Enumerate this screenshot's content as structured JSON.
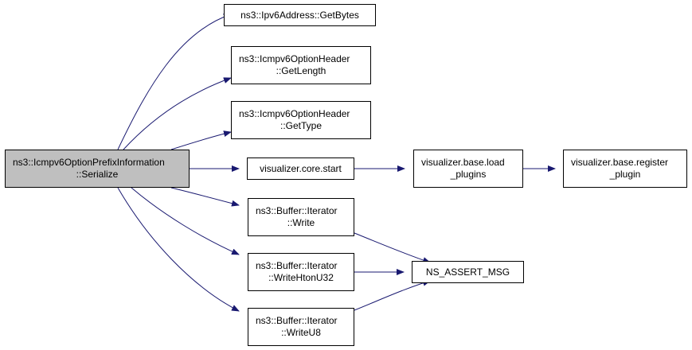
{
  "graph": {
    "root": {
      "line1": "ns3::Icmpv6OptionPrefixInformation",
      "line2": "::Serialize"
    },
    "nodes": {
      "get_bytes": {
        "line1": "ns3::Ipv6Address::GetBytes",
        "line2": ""
      },
      "get_length": {
        "line1": "ns3::Icmpv6OptionHeader",
        "line2": "::GetLength"
      },
      "get_type": {
        "line1": "ns3::Icmpv6OptionHeader",
        "line2": "::GetType"
      },
      "core_start": {
        "line1": "visualizer.core.start",
        "line2": ""
      },
      "load_plugins": {
        "line1": "visualizer.base.load",
        "line2": "_plugins"
      },
      "register_plugin": {
        "line1": "visualizer.base.register",
        "line2": "_plugin"
      },
      "write": {
        "line1": "ns3::Buffer::Iterator",
        "line2": "::Write"
      },
      "write_hton_u32": {
        "line1": "ns3::Buffer::Iterator",
        "line2": "::WriteHtonU32"
      },
      "write_u8": {
        "line1": "ns3::Buffer::Iterator",
        "line2": "::WriteU8"
      },
      "ns_assert_msg": {
        "line1": "NS_ASSERT_MSG",
        "line2": ""
      }
    },
    "edge_color": "#191970"
  }
}
